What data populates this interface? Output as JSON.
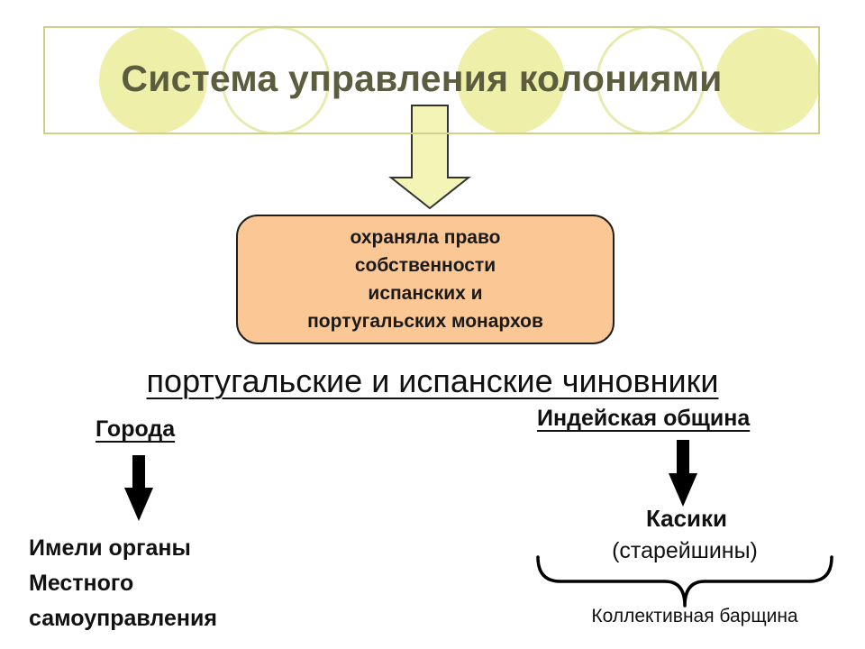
{
  "title": "Система управления колониями",
  "info_box": {
    "lines": [
      "охраняла право",
      "собственности",
      "испанских и",
      "португальских монархов"
    ]
  },
  "officials": "португальские и испанские чиновники",
  "left": {
    "heading": "Города",
    "lines": [
      "Имели органы",
      "Местного",
      "самоуправления"
    ]
  },
  "right": {
    "heading": "Индейская община",
    "leader": "Касики",
    "leader_note": "(старейшины)",
    "bottom": "Коллективная барщина"
  },
  "colors": {
    "frame": "#d0d08a",
    "circle_fill": "#eef0aa",
    "title_text": "#5c5c3e",
    "box_fill": "#fbc795",
    "arrow_fill": "#f2f5b5"
  }
}
